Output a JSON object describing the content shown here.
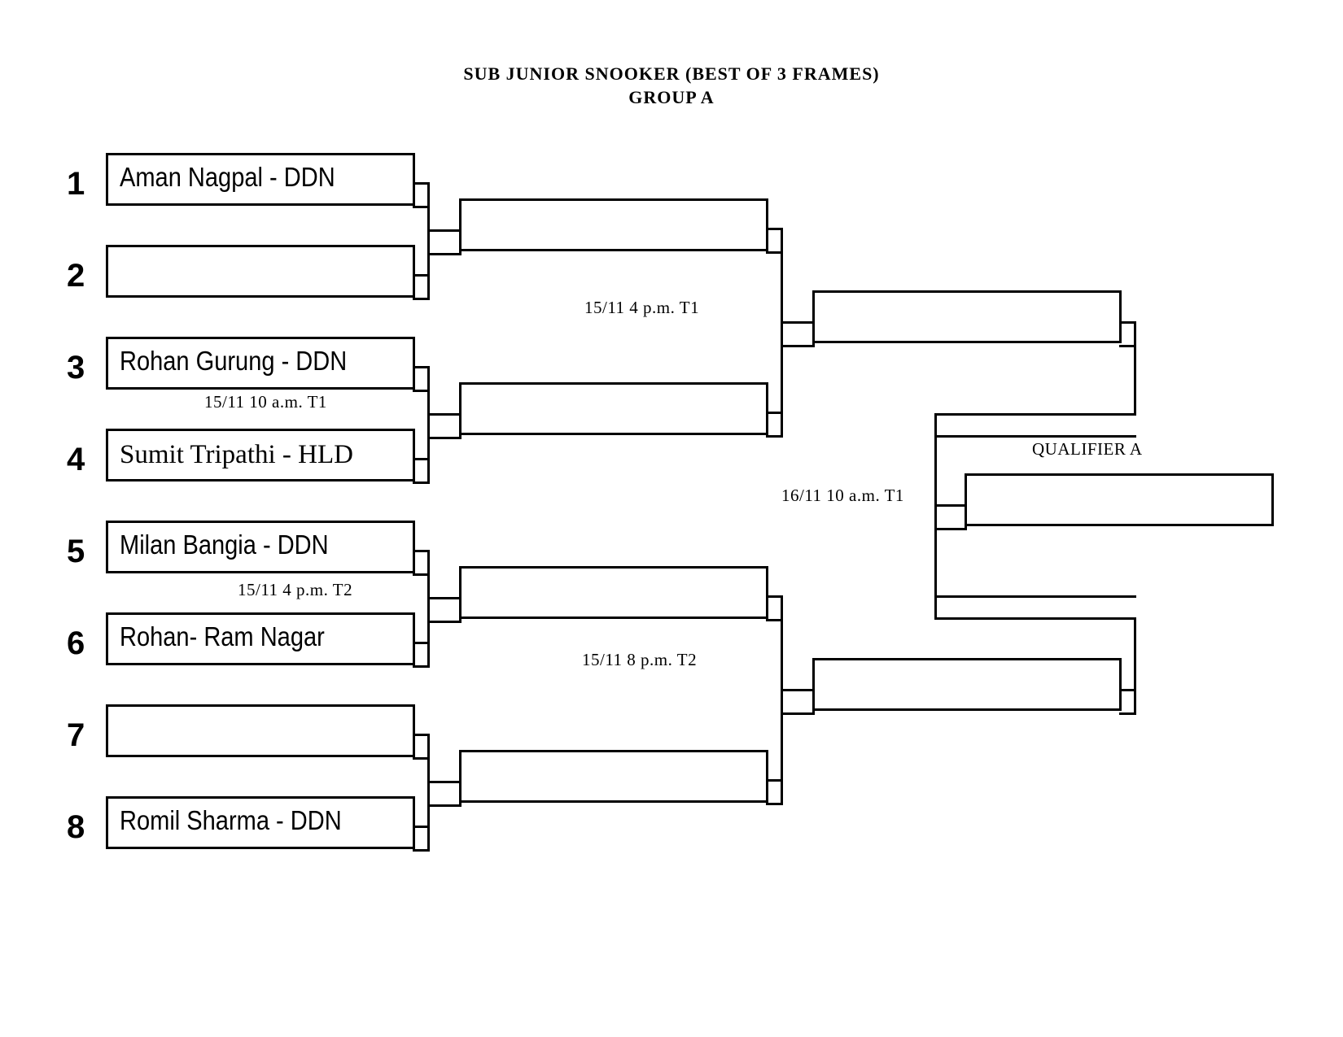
{
  "header": {
    "title": "SUB JUNIOR SNOOKER (BEST OF 3 FRAMES)",
    "subtitle": "GROUP A"
  },
  "seeds": [
    "1",
    "2",
    "3",
    "4",
    "5",
    "6",
    "7",
    "8"
  ],
  "players": [
    "Aman Nagpal - DDN",
    "",
    "Rohan Gurung - DDN",
    "Sumit Tripathi - HLD",
    "Milan Bangia - DDN",
    "Rohan- Ram Nagar",
    "",
    "Romil Sharma - DDN"
  ],
  "schedule": {
    "match_3_4": "15/11   10 a.m. T1",
    "match_5_6": "15/11   4 p.m. T2",
    "semi_top": "15/11   4 p.m. T1",
    "semi_bottom": "15/11   8 p.m. T2",
    "final": "16/11 10 a.m. T1"
  },
  "qualifier_label": "QUALIFIER A"
}
